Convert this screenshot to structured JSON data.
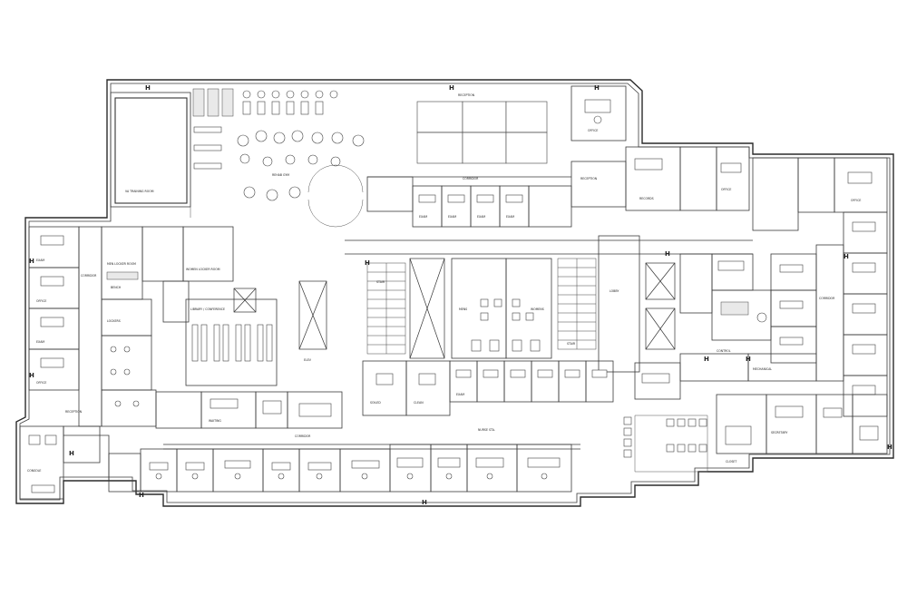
{
  "plan": {
    "labels": {
      "training_room": "VA TRAINING ROOM",
      "gym": "REHAB GYM",
      "locker_men": "MEN LOCKER ROOM",
      "locker_women": "WOMEN LOCKER ROOM",
      "lockers": "LOCKERS",
      "bench": "BENCH",
      "library": "LIBRARY / CONFERENCE",
      "lobby": "LOBBY",
      "reception_left": "RECEPTION",
      "reception_center": "RECEPTION",
      "reception_right": "RECEPTION",
      "waiting": "WAITING",
      "corridor_top": "CORRIDOR",
      "corridor_left": "CORRIDOR",
      "corridor_right": "CORRIDOR",
      "corridor_bottom": "CORRIDOR",
      "control": "CONTROL",
      "records": "RECORDS",
      "mens": "MENS",
      "womens": "WOMENS",
      "stair_left": "STAIR",
      "stair_right": "STAIR",
      "exam_1": "EXAM",
      "exam_2": "EXAM",
      "exam_3": "EXAM",
      "exam_4": "EXAM",
      "exam_5": "EXAM",
      "exam_6": "EXAM",
      "exam_7": "EXAM",
      "office_1": "OFFICE",
      "office_2": "OFFICE",
      "office_3": "OFFICE",
      "office_4": "OFFICE",
      "office_5": "OFFICE",
      "secretary": "SECRETARY",
      "console": "CONSOLE",
      "closet": "CLOSET",
      "clean": "CLEAN",
      "soiled": "SOILED",
      "nurse": "NURSE STA.",
      "mechanical": "MECHANICAL",
      "elevator": "ELEV"
    },
    "h_markers": [
      "H",
      "H",
      "H",
      "H",
      "H",
      "H",
      "H",
      "H",
      "H",
      "H",
      "H",
      "H",
      "H",
      "H"
    ]
  }
}
